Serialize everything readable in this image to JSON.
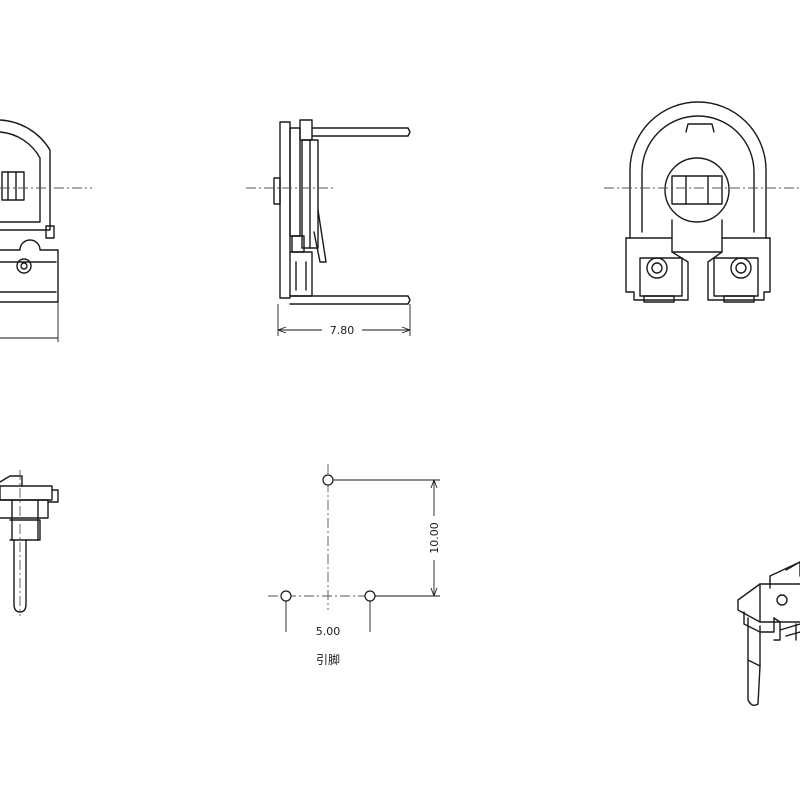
{
  "dimensions": {
    "side_width": "7.80",
    "pin_vertical": "10.00",
    "pin_horizontal": "5.00"
  },
  "captions": {
    "pin_layout": "引脚"
  }
}
